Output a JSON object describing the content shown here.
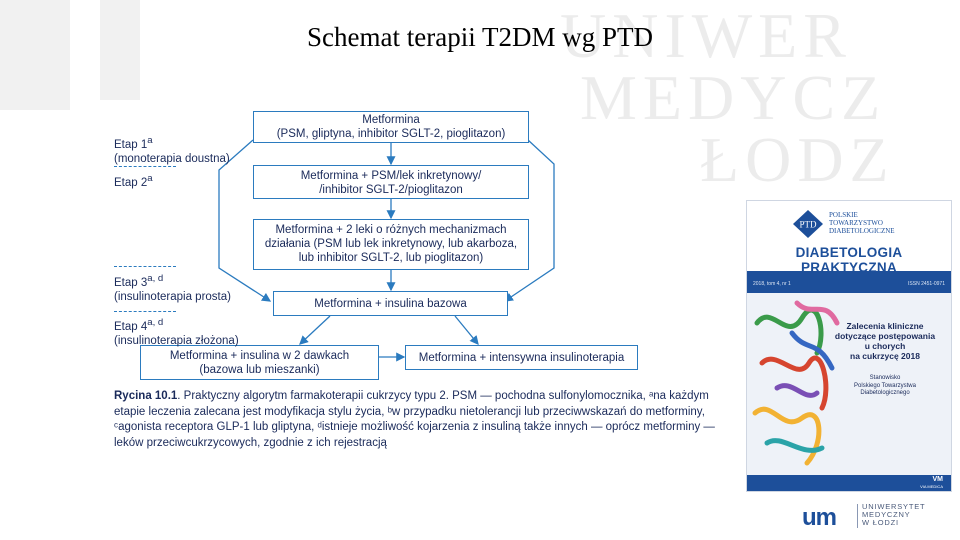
{
  "slide": {
    "title": "Schemat terapii T2DM wg PTD"
  },
  "watermark": {
    "line1": "UNIWER",
    "line2": "MEDYCZ",
    "line3": "ŁODZ"
  },
  "diagram": {
    "boxes": {
      "b1_main": "Metformina",
      "b1_sub": "(PSM, gliptyna, inhibitor SGLT-2, pioglitazon)",
      "b2_line1": "Metformina + PSM/lek inkretynowy/",
      "b2_line2": "/inhibitor SGLT-2/pioglitazon",
      "b3_line1": "Metformina + 2 leki o różnych mechanizmach",
      "b3_line2": "działania (PSM lub lek inkretynowy, lub akarboza,",
      "b3_line3": "lub inhibitor SGLT-2, lub pioglitazon)",
      "b4": "Metformina + insulina bazowa",
      "b5_line1": "Metformina + insulina w 2 dawkach",
      "b5_line2": "(bazowa lub mieszanki)",
      "b6": "Metformina + intensywna insulinoterapia"
    },
    "stages": {
      "s1_label": "Etap 1",
      "s1_sub": "(monoterapia doustna)",
      "s2_label": "Etap 2",
      "s3_label": "Etap 3",
      "s3_sub": "(insulinoterapia prosta)",
      "s4_label": "Etap 4",
      "s4_sub": "(insulinoterapia złożona)"
    },
    "caption": {
      "label": "Rycina 10.1",
      "text": ". Praktyczny algorytm farmakoterapii cukrzycy typu 2. PSM — pochodna sulfonylomocznika, ᵃna każdym etapie leczenia zalecana jest modyfikacja stylu życia, ᵇw przypadku nietolerancji lub przeciwwskazań do metforminy, ᶜagonista receptora GLP-1 lub gliptyna, ᵈistnieje możliwość kojarzenia z insuliną także innych — oprócz metforminy — leków przeciwcukrzycowych, zgodnie z ich rejestracją"
    }
  },
  "cover": {
    "publisher_line1": "POLSKIE",
    "publisher_line2": "TOWARZYSTWO",
    "publisher_line3": "DIABETOLOGICZNE",
    "journal_title": "DIABETOLOGIA PRAKTYCZNA",
    "issue": "2018, tom 4, nr 1",
    "issn": "ISSN 2451-0971",
    "headline_line1": "Zalecenia kliniczne",
    "headline_line2": "dotyczące postępowania",
    "headline_line3": "u chorych",
    "headline_line4": "na cukrzycę 2018",
    "sub_line1": "Stanowisko",
    "sub_line2": "Polskiego Towarzystwa",
    "sub_line3": "Diabetologicznego",
    "bottom_mark": "VM",
    "bottom_sub": "VIA MEDICA"
  },
  "footer_logo": {
    "mark": "um",
    "line1": "UNIWERSYTET",
    "line2": "MEDYCZNY",
    "line3": "W ŁODZI"
  }
}
